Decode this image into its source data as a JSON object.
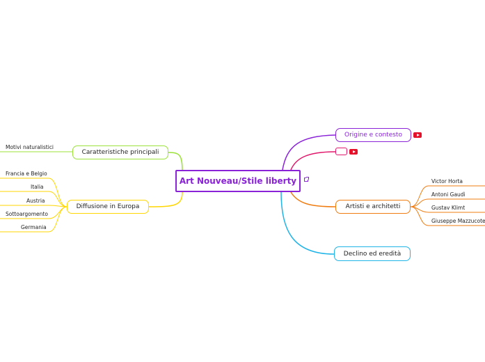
{
  "root": {
    "label": "Art Nouveau/Stile liberty"
  },
  "branches": {
    "caratteristiche": {
      "label": "Caratteristiche principali",
      "children": [
        "Motivi naturalistici"
      ]
    },
    "diffusione": {
      "label": "Diffusione in Europa",
      "children": [
        "Francia e Belgio",
        "Italia",
        "Austria",
        "Sottoargomento",
        "Germania"
      ]
    },
    "origine": {
      "label": "Origine e contesto",
      "icon": "youtube-icon"
    },
    "vuoto": {
      "label": "",
      "icon": "youtube-icon"
    },
    "artisti": {
      "label": "Artisti e architetti",
      "children": [
        "Victor Horta",
        "Antoni Gaudì",
        "Gustav Klimt",
        "Giuseppe Mazzucotelli"
      ]
    },
    "declino": {
      "label": "Declino ed eredità"
    }
  },
  "colors": {
    "root": "#8a22d8",
    "caratteristiche": "#9be23a",
    "diffusione": "#ffd600",
    "origine": "#8a22d8",
    "vuoto": "#e0176a",
    "artisti": "#f07c10",
    "declino": "#1fb4e8"
  }
}
